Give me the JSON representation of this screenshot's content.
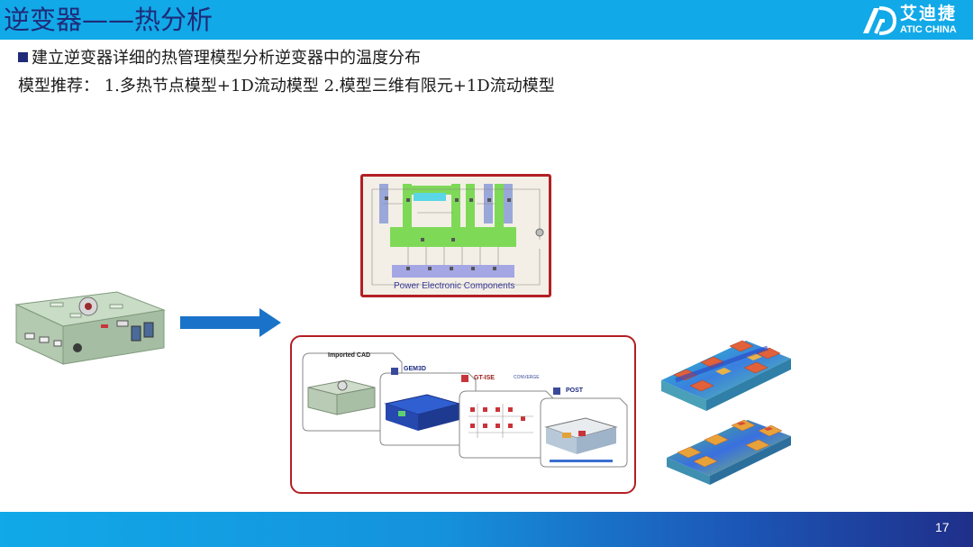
{
  "header": {
    "title": "逆变器——热分析",
    "logo_cn": "艾迪捷",
    "logo_en": "ATIC CHINA"
  },
  "content": {
    "line1": "建立逆变器详细的热管理模型分析逆变器中的温度分布",
    "line2": "模型推荐： 1.多热节点模型+1D流动模型 2.模型三维有限元+1D流动模型"
  },
  "diagram": {
    "caption": "Power Electronic Components"
  },
  "workflow": {
    "imported_cad": "Imported CAD",
    "gem3d": "GEM3D",
    "gtise": "GT-ISE",
    "converge": "CONVERGE",
    "post": "POST"
  },
  "footer": {
    "page_number": "17"
  },
  "colors": {
    "header_bg": "#11a9e8",
    "title_color": "#1f2b78",
    "frame_red": "#b21f24",
    "arrow_blue": "#1a73c8"
  }
}
